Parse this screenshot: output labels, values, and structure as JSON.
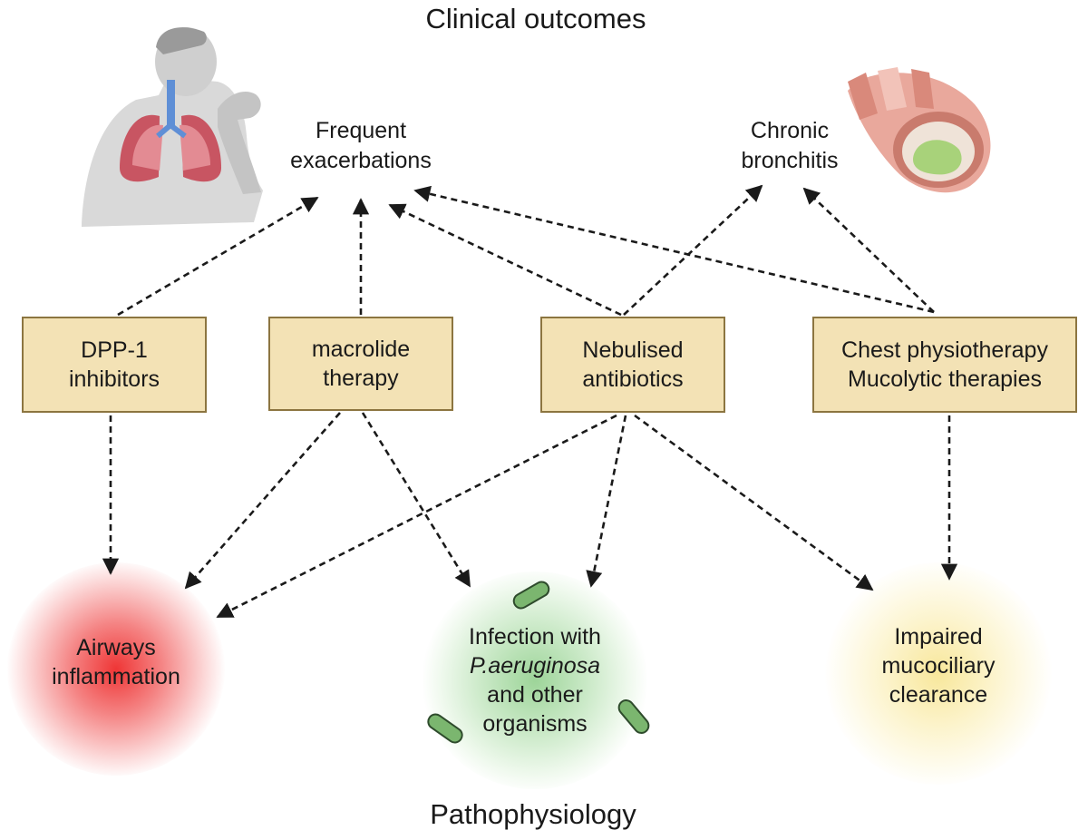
{
  "headings": {
    "top": "Clinical outcomes",
    "bottom": "Pathophysiology"
  },
  "outcomes": {
    "exacerbations": [
      "Frequent",
      "exacerbations"
    ],
    "bronchitis": [
      "Chronic",
      "bronchitis"
    ]
  },
  "treatments": {
    "dpp1": [
      "DPP-1",
      "inhibitors"
    ],
    "macrolide": [
      "macrolide",
      "therapy"
    ],
    "nebulised": [
      "Nebulised",
      "antibiotics"
    ],
    "chest": [
      "Chest physiotherapy",
      "Mucolytic therapies"
    ]
  },
  "pathophysiology": {
    "inflammation": [
      "Airways",
      "inflammation"
    ],
    "infection": [
      "Infection with",
      "P.aeruginosa",
      "and other",
      "organisms"
    ],
    "mucociliary": [
      "Impaired",
      "mucociliary",
      "clearance"
    ]
  },
  "colors": {
    "box_fill": "#f3e2b5",
    "box_border": "#8c7540",
    "inflammation": "#ee2b2b",
    "infection": "#9dd59a",
    "mucociliary": "#f6e38f",
    "arrow": "#1a1a1a"
  },
  "icons": [
    "coughing-person-lungs-illustration",
    "bronchus-cross-section-illustration",
    "bacteria-icon"
  ]
}
